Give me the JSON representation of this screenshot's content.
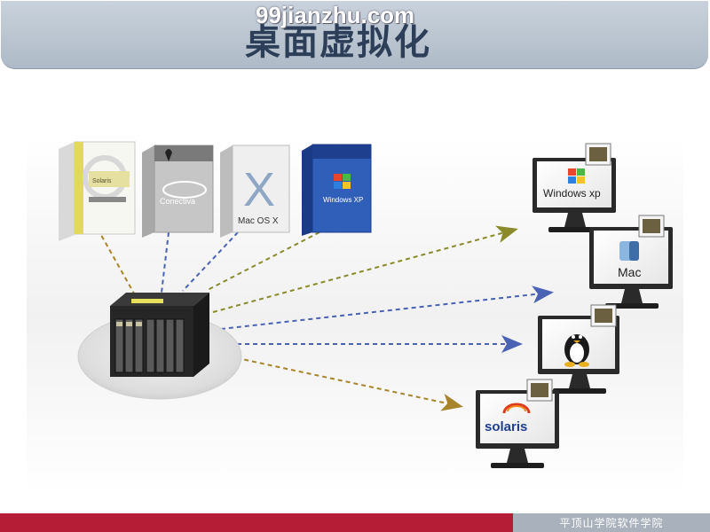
{
  "slide": {
    "title": "桌面虚拟化",
    "watermark": "99jianzhu.com",
    "footer": "平顶山学院软件学院"
  },
  "software_boxes": [
    {
      "label": "Solaris",
      "icon": "solaris-box-icon"
    },
    {
      "label": "Conectiva",
      "icon": "conectiva-box-icon"
    },
    {
      "label": "Mac OS X",
      "icon": "macosx-box-icon"
    },
    {
      "label": "Windows XP",
      "icon": "windowsxp-box-icon"
    }
  ],
  "monitors": [
    {
      "label": "Windows xp",
      "icon": "windows-logo-icon"
    },
    {
      "label": "Mac",
      "icon": "mac-logo-icon"
    },
    {
      "label": "",
      "icon": "linux-penguin-icon"
    },
    {
      "label": "solaris",
      "icon": "solaris-logo-icon"
    }
  ],
  "colors": {
    "title_bar": "#b7c2cf",
    "title_text": "#2c3e58",
    "footer_red": "#b41d35",
    "footer_grey": "#a9b1bc",
    "arrow_olive": "#8a8a2a",
    "arrow_blue": "#4a62b4",
    "arrow_gold": "#a8842a"
  }
}
